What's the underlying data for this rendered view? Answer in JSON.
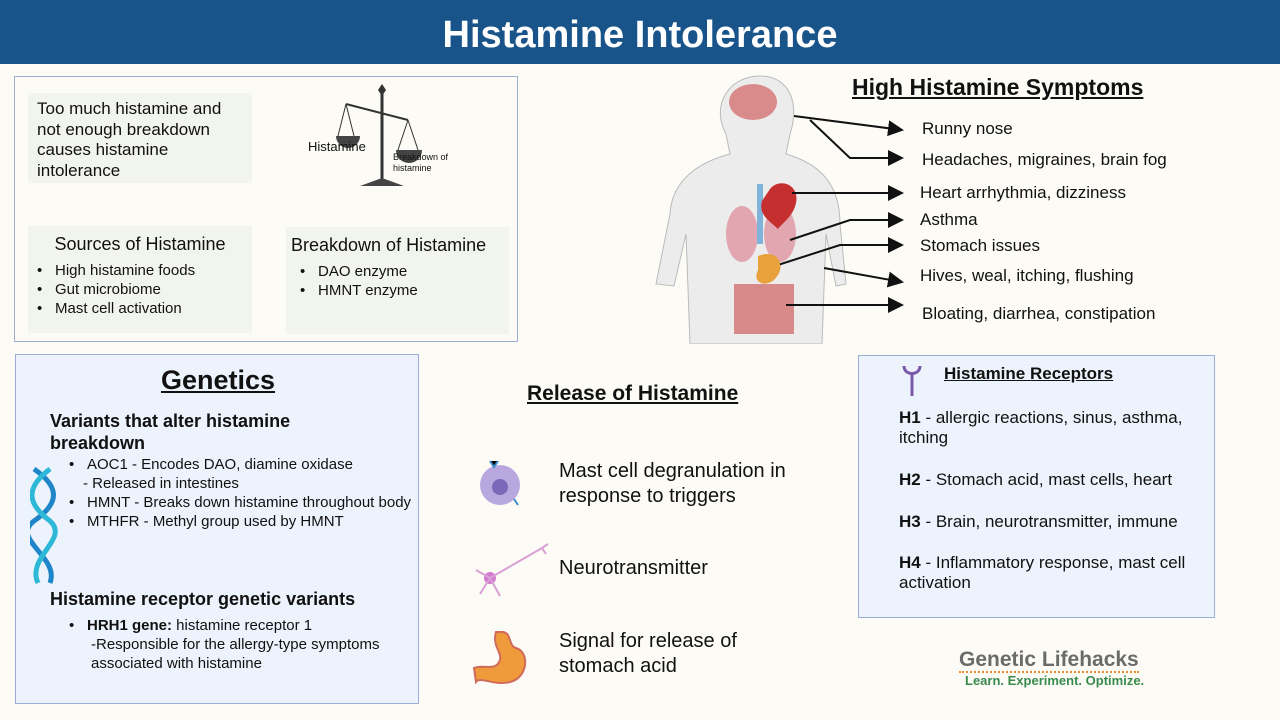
{
  "title": "Histamine Intolerance",
  "intro": {
    "summary": "Too much histamine and not enough breakdown causes histamine intolerance",
    "scale_left": "Histamine",
    "scale_right": "Breakdown of histamine",
    "sources": {
      "title": "Sources of Histamine",
      "items": [
        "High histamine foods",
        "Gut microbiome",
        "Mast cell activation"
      ]
    },
    "breakdown": {
      "title": "Breakdown of Histamine",
      "items": [
        "DAO enzyme",
        "HMNT enzyme"
      ]
    }
  },
  "genetics": {
    "title": "Genetics",
    "variants_heading": "Variants that alter histamine breakdown",
    "variants": [
      "AOC1 - Encodes DAO, diamine oxidase",
      "- Released in intestines",
      "HMNT - Breaks down histamine throughout body",
      "MTHFR - Methyl group used by HMNT"
    ],
    "receptor_heading": "Histamine receptor genetic variants",
    "hrh1_bold": "HRH1 gene:",
    "hrh1_text": " histamine receptor 1",
    "hrh1_note": "-Responsible for the allergy-type symptoms associated with histamine"
  },
  "symptoms": {
    "title": "High Histamine Symptoms",
    "items": [
      "Runny nose",
      "Headaches, migraines, brain fog",
      "Heart arrhythmia, dizziness",
      "Asthma",
      "Stomach issues",
      "Hives, weal, itching, flushing",
      "Bloating, diarrhea, constipation"
    ]
  },
  "release": {
    "title": "Release of Histamine",
    "items": [
      "Mast cell degranulation in response to triggers",
      "Neurotransmitter",
      "Signal for release of stomach acid"
    ]
  },
  "receptors": {
    "title": "Histamine Receptors",
    "items": [
      {
        "code": "H1",
        "text": " - allergic reactions, sinus, asthma, itching"
      },
      {
        "code": "H2",
        "text": " - Stomach acid, mast cells, heart"
      },
      {
        "code": "H3",
        "text": " - Brain, neurotransmitter, immune"
      },
      {
        "code": "H4",
        "text": " - Inflammatory response, mast cell activation"
      }
    ]
  },
  "brand": {
    "name": "Genetic Lifehacks",
    "tagline": "Learn. Experiment. Optimize."
  },
  "colors": {
    "header": "#18548a",
    "brand_green": "#3b8a4e",
    "brand_grey": "#6b6b6b"
  }
}
